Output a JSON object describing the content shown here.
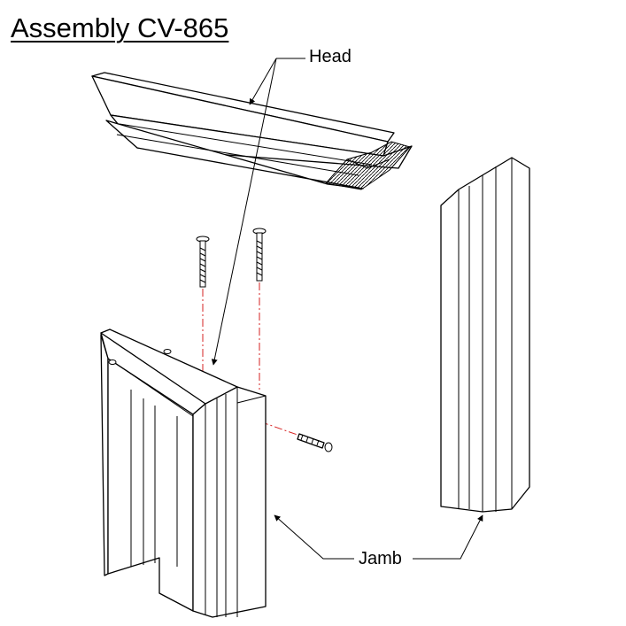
{
  "title": "Assembly CV-865",
  "labels": {
    "head": "Head",
    "jamb": "Jamb"
  },
  "colors": {
    "centerline": "#d62020",
    "line": "#000000",
    "background": "#ffffff"
  }
}
